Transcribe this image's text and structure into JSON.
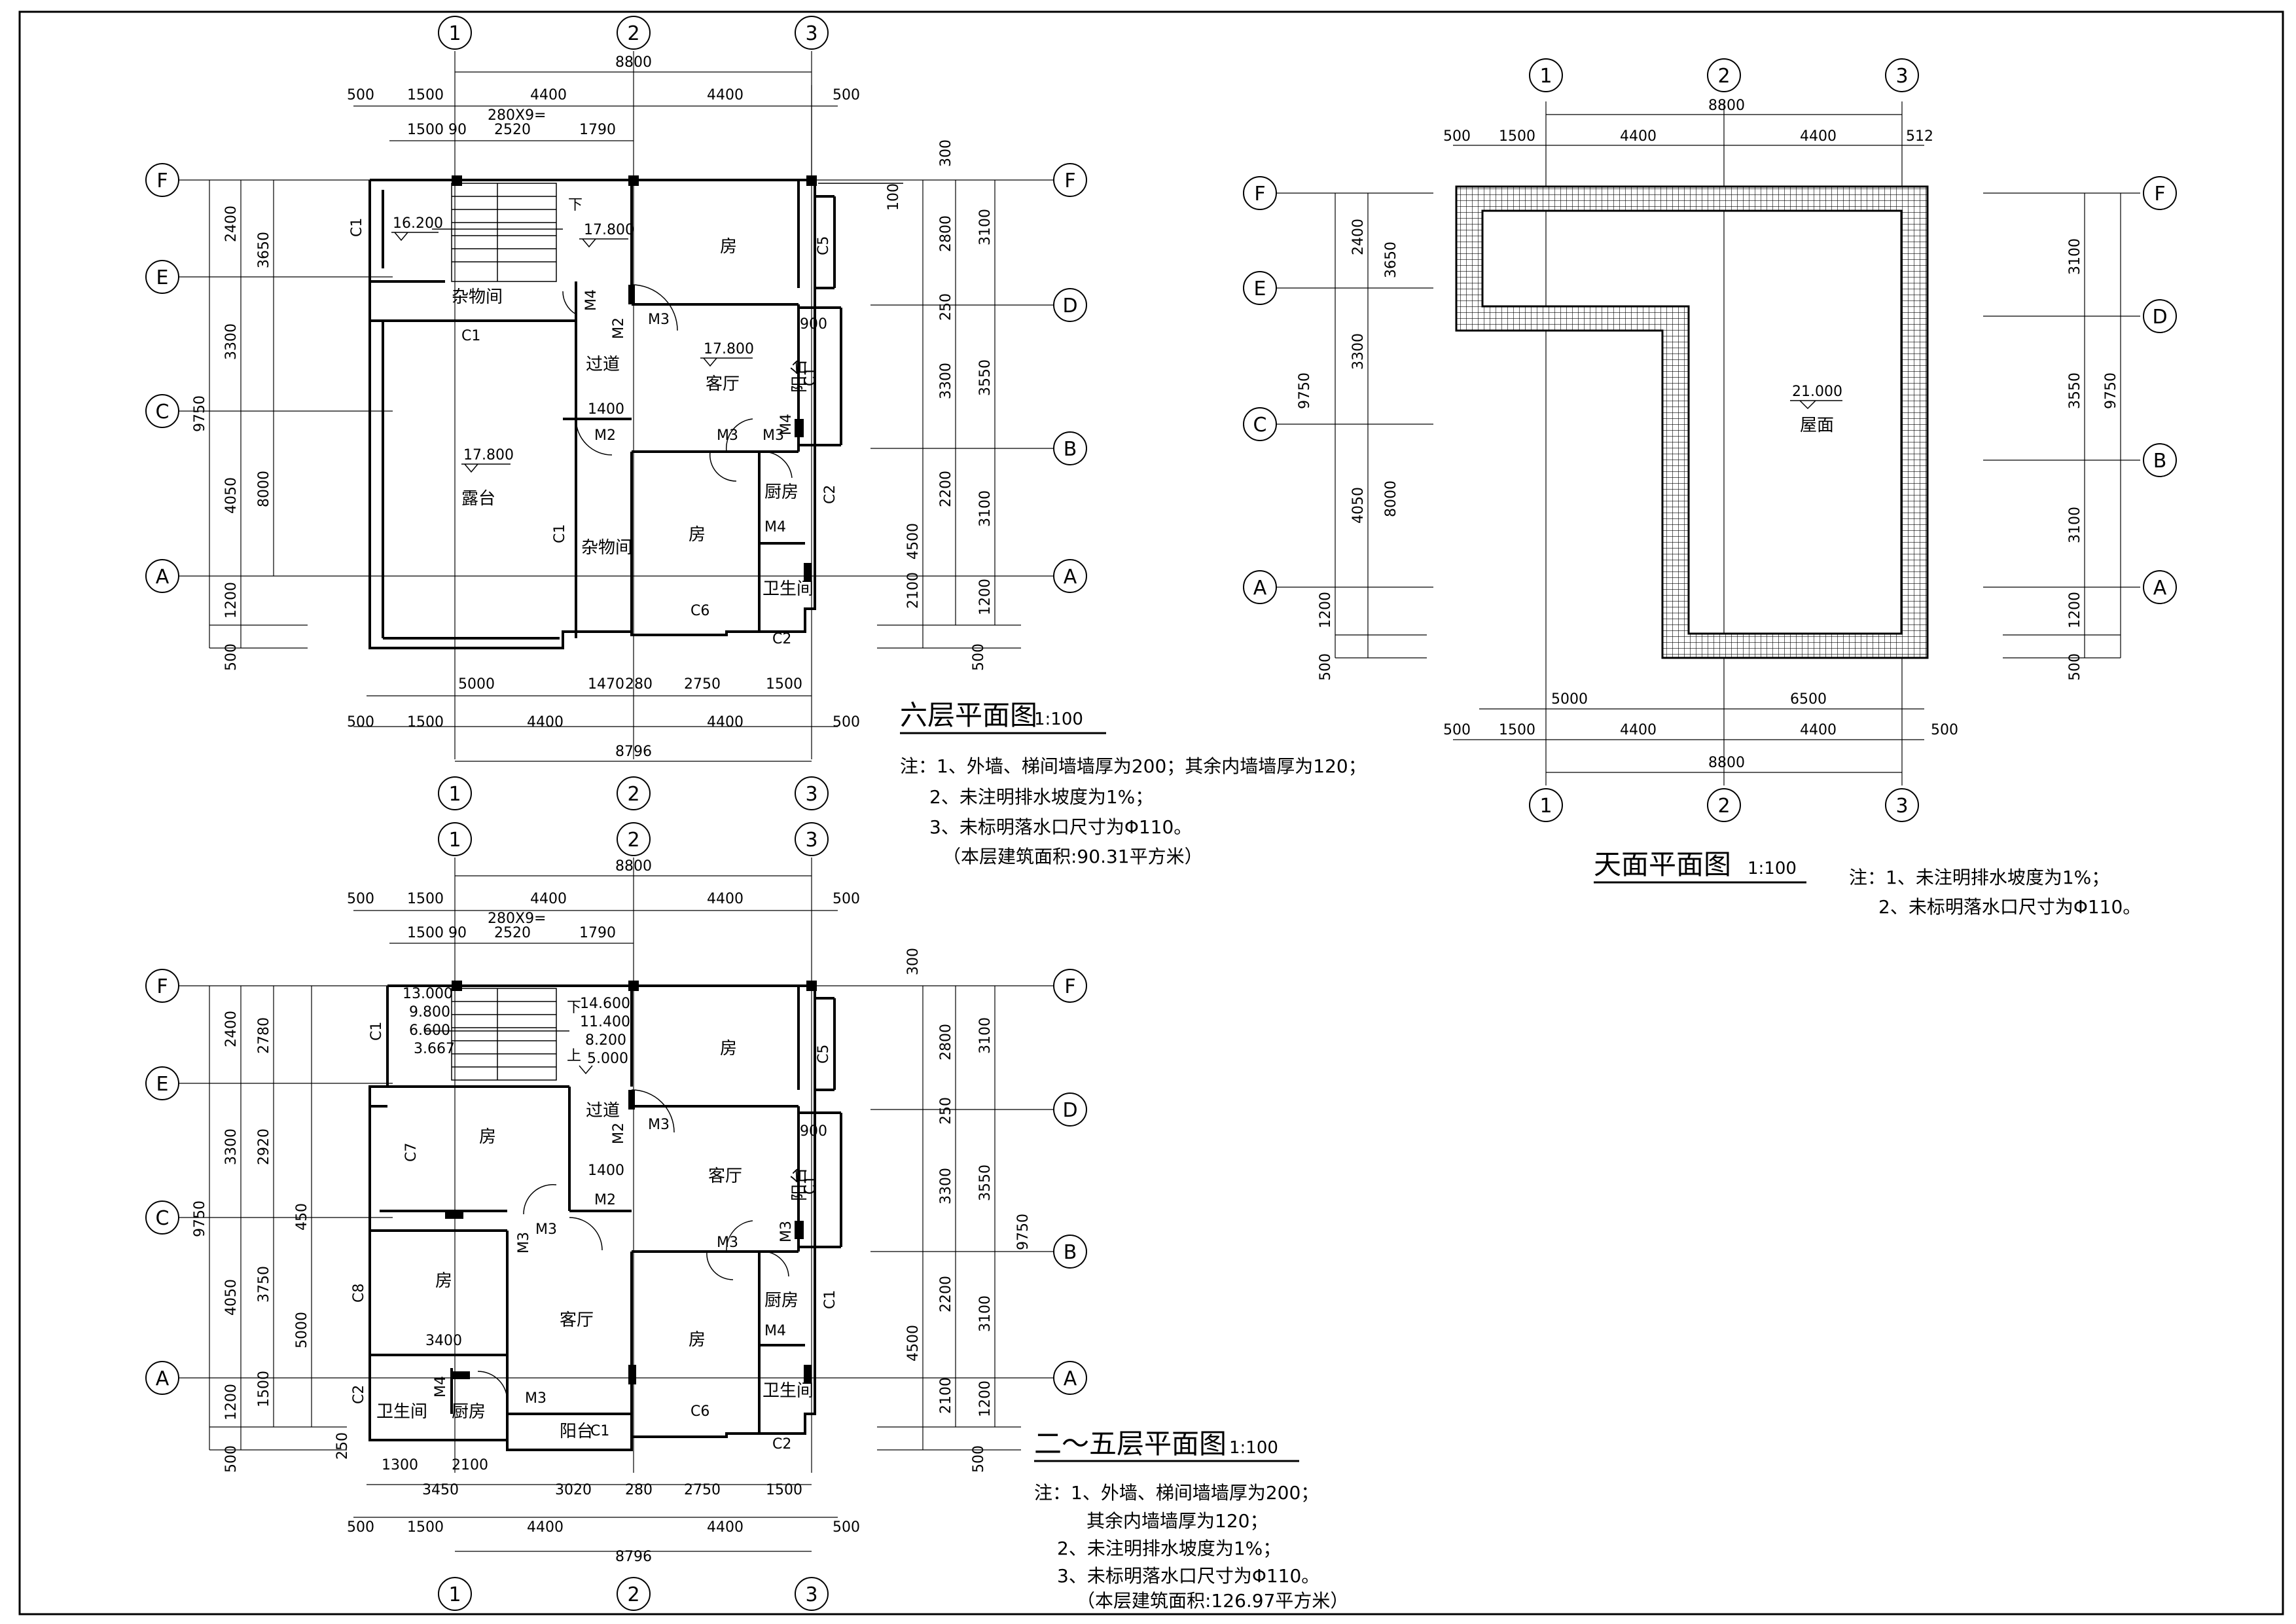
{
  "sixth_floor": {
    "title": "六层平面图",
    "scale": "1:100",
    "axes_top": [
      "1",
      "2",
      "3"
    ],
    "axes_left": [
      "F",
      "E",
      "C",
      "A"
    ],
    "axes_right": [
      "F",
      "D",
      "B",
      "A"
    ],
    "top_dims": {
      "total": "8800",
      "row1": [
        "500",
        "1500",
        "4400",
        "4400",
        "500"
      ],
      "stair": "280X9=",
      "row3": [
        "1500",
        "90",
        "2520",
        "1790"
      ]
    },
    "left_dims": {
      "inner": [
        "2400",
        "3300",
        "4050",
        "1200",
        "500"
      ],
      "middle": [
        "3650",
        "8000"
      ],
      "outer": "9750"
    },
    "right_dims": {
      "inner": [
        "300",
        "100",
        "2800",
        "250",
        "3300",
        "2200",
        "4500",
        "2100",
        "500"
      ],
      "outer": [
        "3100",
        "3550",
        "3100",
        "1200"
      ]
    },
    "bottom_dims": {
      "row1": [
        "5000",
        "1470",
        "280",
        "2750",
        "1500"
      ],
      "row2": [
        "500",
        "1500",
        "4400",
        "4400",
        "500"
      ],
      "total": "8796"
    },
    "rooms": {
      "storage1": "杂物间",
      "terrace": "露台",
      "corridor": "过道",
      "storage2": "杂物间",
      "bedroom1": "房",
      "living": "客厅",
      "balcony": "阳台",
      "bedroom2": "房",
      "kitchen": "厨房",
      "wc": "卫生间"
    },
    "elevations": {
      "stair": "16.200",
      "landing": "17.800",
      "living": "17.800",
      "terrace": "17.800"
    },
    "tags": {
      "c1": "C1",
      "c2": "C2",
      "c5": "C5",
      "c6": "C6",
      "m2": "M2",
      "m3": "M3",
      "m4": "M4",
      "down": "下",
      "w900": "900",
      "w1400": "1400"
    },
    "notes": [
      "注：1、外墙、梯间墙墙厚为200；其余内墙墙厚为120；",
      "2、未注明排水坡度为1%；",
      "3、未标明落水口尺寸为Φ110。",
      "（本层建筑面积:90.31平方米）"
    ]
  },
  "floors_2_5": {
    "title": "二～五层平面图",
    "scale": "1:100",
    "axes_top": [
      "1",
      "2",
      "3"
    ],
    "axes_left": [
      "F",
      "E",
      "C",
      "A"
    ],
    "axes_right": [
      "F",
      "D",
      "B",
      "A"
    ],
    "top_dims": {
      "total": "8800",
      "row1": [
        "500",
        "1500",
        "4400",
        "4400",
        "500"
      ],
      "stair": "280X9=",
      "row3": [
        "1500",
        "90",
        "2520",
        "1790"
      ]
    },
    "left_dims": {
      "inner": [
        "2400",
        "3300",
        "4050",
        "1200",
        "500"
      ],
      "middle": [
        "2780",
        "2920",
        "450",
        "3750",
        "1500",
        "250"
      ],
      "c8_dims": "5000",
      "outer": "9750"
    },
    "right_dims": {
      "inner": [
        "300",
        "2800",
        "250",
        "3300",
        "2200",
        "4500",
        "2100",
        "500"
      ],
      "outer": [
        "3100",
        "3550",
        "3100",
        "1200"
      ]
    },
    "bottom_dims": {
      "row0": [
        "1300",
        "2100"
      ],
      "row1": [
        "3450",
        "3020",
        "280",
        "2750",
        "1500"
      ],
      "row2": [
        "500",
        "1500",
        "4400",
        "4400",
        "500"
      ],
      "total": "8796"
    },
    "rooms": {
      "bedroom_nw": "房",
      "bedroom_w": "房",
      "living_w": "客厅",
      "wc_w": "卫生间",
      "kitchen_w": "厨房",
      "balcony_w": "阳台",
      "corridor": "过道",
      "bedroom_ne": "房",
      "living_e": "客厅",
      "balcony_e": "阳台",
      "bedroom_se": "房",
      "kitchen_e": "厨房",
      "wc_e": "卫生间"
    },
    "elevations_left": [
      "13.000",
      "9.800",
      "6.600",
      "3.667"
    ],
    "elevations_right": [
      "14.600",
      "11.400",
      "8.200",
      "5.000"
    ],
    "tags": {
      "c1": "C1",
      "c2": "C2",
      "c5": "C5",
      "c6": "C6",
      "c7": "C7",
      "c8": "C8",
      "m2": "M2",
      "m3": "M3",
      "m4": "M4",
      "down": "下",
      "up": "上",
      "w900": "900",
      "w1400": "1400",
      "w3400": "3400"
    },
    "notes": [
      "注：1、外墙、梯间墙墙厚为200；",
      "其余内墙墙厚为120；",
      "2、未注明排水坡度为1%；",
      "3、未标明落水口尺寸为Φ110。",
      "（本层建筑面积:126.97平方米）"
    ]
  },
  "roof": {
    "title": "天面平面图",
    "scale": "1:100",
    "axes_top": [
      "1",
      "2",
      "3"
    ],
    "axes_bottom": [
      "1",
      "2",
      "3"
    ],
    "axes_left": [
      "F",
      "E",
      "C",
      "A"
    ],
    "axes_right": [
      "F",
      "D",
      "B",
      "A"
    ],
    "top_dims": {
      "total": "8800",
      "row1": [
        "500",
        "1500",
        "4400",
        "4400",
        "512"
      ]
    },
    "left_dims": {
      "inner": [
        "2400",
        "3300",
        "4050",
        "1200",
        "500"
      ],
      "middle": [
        "3650",
        "8000"
      ],
      "outer": "9750"
    },
    "right_dims": {
      "inner": [
        "3100",
        "3550",
        "3100",
        "1200",
        "500"
      ],
      "outer": "9750"
    },
    "bottom_dims": {
      "row0": [
        "5000",
        "6500"
      ],
      "row1": [
        "500",
        "1500",
        "4400",
        "4400",
        "500"
      ],
      "total": "8800"
    },
    "roof_label": "屋面",
    "roof_elev": "21.000",
    "notes": [
      "注：1、未注明排水坡度为1%；",
      "2、未标明落水口尺寸为Φ110。"
    ]
  }
}
